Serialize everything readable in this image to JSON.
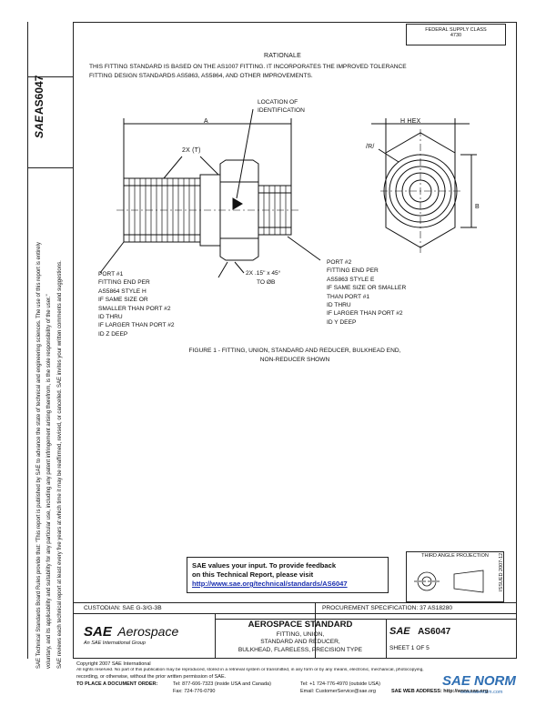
{
  "left_margin": {
    "doc_id": "AS6047",
    "sae_logo": "SAE",
    "disclaimer_line1": "SAE Technical Standards Board Rules provide that: \"This report is published by SAE to advance the state of technical and engineering sciences. The use of this report is entirely",
    "disclaimer_line2": "voluntary, and its applicability and suitability for any particular use, including any patent infringement arising therefrom, is the sole responsibility of the user.\"",
    "disclaimer_line3": "SAE reviews each technical report at least every five years at which time it may be reaffirmed, revised, or cancelled. SAE invites your written comments and suggestions."
  },
  "header": {
    "box_line1": "FEDERAL SUPPLY CLASS",
    "box_line2": "4730",
    "rationale_title": "RATIONALE",
    "rationale_line1": "THIS FITTING STANDARD IS BASED ON THE AS1007 FITTING. IT INCORPORATES THE IMPROVED TOLERANCE",
    "rationale_line2": "FITTING DESIGN STANDARDS AS5863, AS5864, AND OTHER IMPROVEMENTS."
  },
  "drawing": {
    "location_label_1": "LOCATION OF",
    "location_label_2": "IDENTIFICATION",
    "dim_a": "A",
    "dim_2x_t": "2X (T)",
    "dim_h_hex": "H HEX",
    "dim_b": "B",
    "sym_r": "/R/",
    "chamfer_1": "2X .15\" x 45°",
    "chamfer_2": "TO ØB",
    "port1": [
      "PORT #1",
      "FITTING END PER",
      "AS5864 STYLE H",
      "IF SAME SIZE OR",
      "SMALLER THAN PORT #2",
      "ID THRU",
      "IF LARGER THAN PORT #2",
      "ID Z DEEP"
    ],
    "port2": [
      "PORT #2",
      "FITTING END PER",
      "AS5863 STYLE E",
      "IF SAME SIZE OR SMALLER",
      "THAN PORT #1",
      "ID THRU",
      "IF LARGER THAN PORT #2",
      "ID Y DEEP"
    ],
    "caption_line1": "FIGURE 1 - FITTING, UNION, STANDARD AND REDUCER, BULKHEAD END,",
    "caption_line2": "NON-REDUCER SHOWN"
  },
  "feedback": {
    "line1": "SAE values your input. To provide feedback",
    "line2": "on this Technical Report, please visit",
    "url": "http://www.sae.org/technical/standards/AS6047"
  },
  "projection": {
    "label": "THIRD ANGLE PROJECTION",
    "issued": "ISSUED 2007-12"
  },
  "title_block": {
    "custodian": "CUSTODIAN: SAE G-3/G-3B",
    "procurement": "PROCUREMENT SPECIFICATION: 37 AS18280",
    "logo_sae": "SAE",
    "logo_aerospace": "Aerospace",
    "logo_sub": "An SAE International Group",
    "title": "AEROSPACE STANDARD",
    "desc_line1": "FITTING, UNION,",
    "desc_line2": "STANDARD AND REDUCER,",
    "desc_line3": "BULKHEAD, FLARELESS, PRECISION TYPE",
    "doc_logo": "SAE",
    "doc_number": "AS6047",
    "sheet": "SHEET 1 OF 5"
  },
  "footer": {
    "copyright": "Copyright 2007 SAE International",
    "rights_line1": "All rights reserved. No part of this publication may be reproduced, stored in a retrieval system or transmitted, in any form or by any means, electronic, mechanical, photocopying,",
    "rights_line2": "recording, or otherwise, without the prior written permission of SAE.",
    "order_label": "TO PLACE A DOCUMENT ORDER:",
    "tel1": "Tel: 877-606-7323 (inside USA and Canada)",
    "fax": "Fax: 724-776-0790",
    "tel2": "Tel: +1 724-776-4970 (outside USA)",
    "email": "Email: CustomerService@sae.org",
    "web": "SAE WEB ADDRESS: http://www.sae.org",
    "watermark": "SAE NORM",
    "watermark_sub": "www.saenorm.com"
  }
}
